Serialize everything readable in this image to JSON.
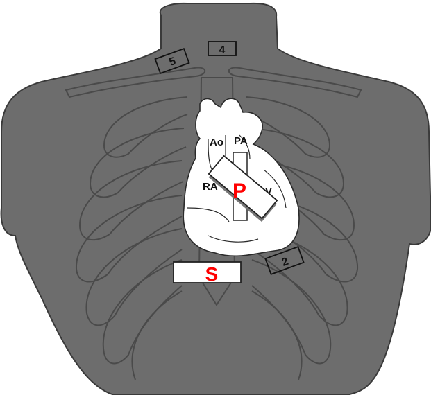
{
  "diagram": {
    "background_color": "#ffffff",
    "torso_color": "#6d6d6d",
    "outline_color": "#3a3a3a",
    "rib_color": "#4a4a4a",
    "heart_color": "#ffffff",
    "accent_color": "#ff0000",
    "heart_labels": {
      "aorta": "Ao",
      "pulmonary_artery": "PA",
      "right_atrium": "RA",
      "left_ventricle_partial": "V"
    },
    "probes": {
      "parasternal": "P",
      "subcostal": "S",
      "probe_2": "2",
      "probe_4": "4",
      "probe_5": "5"
    }
  }
}
